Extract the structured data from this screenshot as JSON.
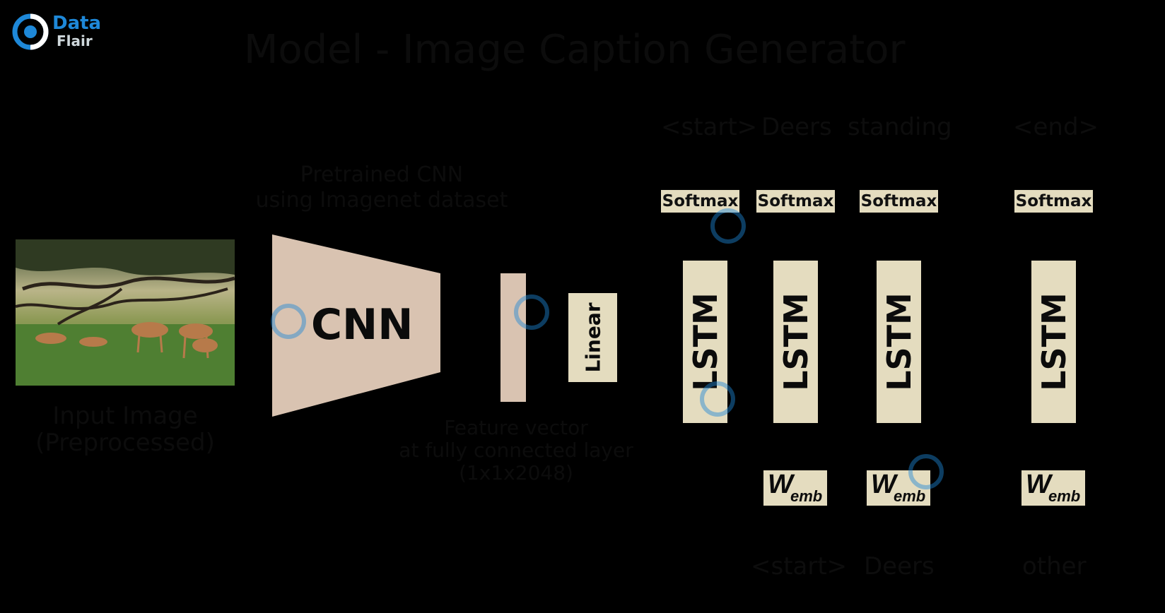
{
  "logo": {
    "line1": "Data",
    "line2": "Flair"
  },
  "title": "Model - Image Caption Generator",
  "input_image": {
    "label_line1": "Input Image",
    "label_line2": "(Preprocessed)"
  },
  "cnn": {
    "label": "CNN",
    "top_caption_line1": "Pretrained CNN",
    "top_caption_line2": "using Imagenet dataset"
  },
  "feature": {
    "caption_line1": "Feature vector",
    "caption_line2": "at fully connected layer",
    "caption_line3": "(1x1x2048)"
  },
  "linear": {
    "label": "Linear"
  },
  "output_words": [
    "<start>",
    "Deers",
    "standing",
    "<end>"
  ],
  "softmax_label": "Softmax",
  "lstm_label": "LSTM",
  "wemb": {
    "main": "W",
    "sub": "emb"
  },
  "input_words": [
    "<start>",
    "Deers",
    "other"
  ],
  "colors": {
    "block": "#e4dcbf",
    "cnn": "#d9c3b1",
    "background": "#000000",
    "logo_blue": "#1e88d8"
  }
}
